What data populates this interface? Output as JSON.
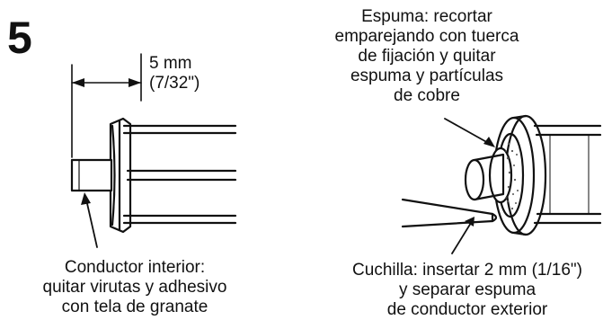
{
  "step_number": "5",
  "left_figure": {
    "dimension_mm": "5 mm",
    "dimension_in": "(7/32\")",
    "caption": [
      "Conductor interior:",
      "quitar virutas y adhesivo",
      "con tela de granate"
    ]
  },
  "right_figure": {
    "foam_note": [
      "Espuma: recortar",
      "emparejando con tuerca",
      "de fijación y quitar",
      "espuma y partículas",
      "de cobre"
    ],
    "knife_note": [
      "Cuchilla: insertar 2 mm (1/16\")",
      "y separar espuma",
      "de conductor exterior"
    ]
  },
  "colors": {
    "ink": "#111111",
    "paper": "#ffffff",
    "foam_dots": "#555555"
  }
}
